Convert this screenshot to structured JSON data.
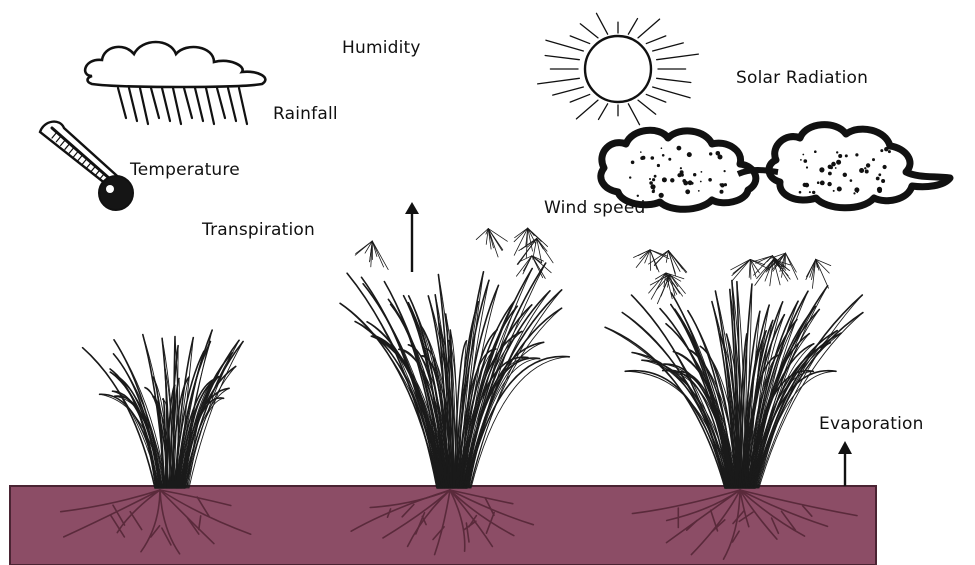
{
  "labels": {
    "humidity": "Humidity",
    "solar_radiation": "Solar Radiation",
    "rainfall": "Rainfall",
    "temperature": "Temperature",
    "wind_speed": "Wind speed",
    "transpiration": "Transpiration",
    "evaporation": "Evaporation"
  },
  "colors": {
    "soil": "#8c4d66",
    "soil_edge": "#4a2433",
    "root": "#5a2a3b",
    "ink": "#1a1a1a"
  },
  "icons": {
    "rain_cloud": "rain-cloud-icon",
    "thermometer": "thermometer-icon",
    "sun": "sun-icon",
    "wind_clouds": "wind-cloud-icon"
  }
}
